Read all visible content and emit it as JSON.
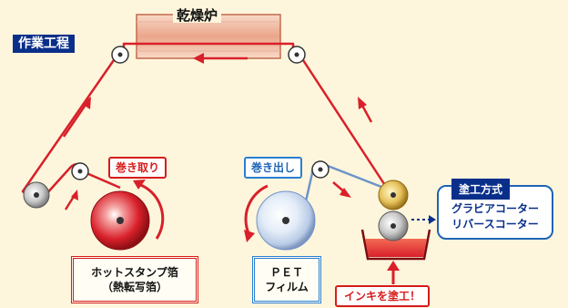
{
  "title": "作業工程",
  "dryer_label": "乾燥炉",
  "winding_label": "巻き取り",
  "unwinding_label": "巻き出し",
  "foil_label": {
    "line1": "ホットスタンプ箔",
    "line2": "（熱転写箔）"
  },
  "pet_label": {
    "line1": "ＰＥＴ",
    "line2": "フィルム"
  },
  "ink_label": "インキを塗工！",
  "coating_method": {
    "heading": "塗工方式",
    "items": [
      "グラビアコーター",
      "リバースコーター"
    ]
  },
  "colors": {
    "film_red": "#d9202a",
    "film_blue": "#6f93c9",
    "navy": "#0a2f8a",
    "ink": "#e8403a"
  }
}
